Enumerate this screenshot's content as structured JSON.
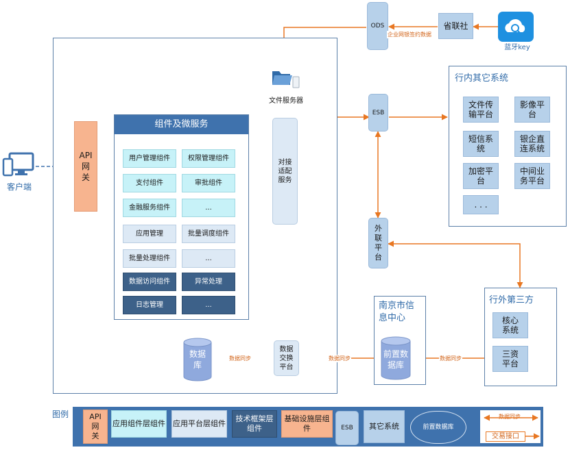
{
  "client": {
    "label": "客户端"
  },
  "api_gateway": {
    "label": "API网关"
  },
  "microservices": {
    "title": "组件及微服务",
    "components": [
      "用户管理组件",
      "权限管理组件",
      "支付组件",
      "审批组件",
      "金融服务组件",
      "...",
      "应用管理",
      "批量调度组件",
      "批量处理组件",
      "...",
      "数据访问组件",
      "异常处理",
      "日志管理",
      "..."
    ]
  },
  "file_server": {
    "label": "文件服务器"
  },
  "adapter": {
    "label": "对接适配服务"
  },
  "ods": {
    "label": "ODS",
    "edge_label": "企业网银签约数据"
  },
  "provincial": {
    "label": "省联社"
  },
  "bluetooth": {
    "label": "蓝牙key"
  },
  "esb": {
    "label": "ESB"
  },
  "internal_systems": {
    "title": "行内其它系统",
    "items": [
      "文件传输平台",
      "影像平台",
      "短信系统",
      "银企直连系统",
      "加密平台",
      "中间业务平台",
      ". . ."
    ]
  },
  "external_platform": {
    "label": "外联平台"
  },
  "third_party": {
    "title": "行外第三方",
    "items": [
      "核心系统",
      "三资平台"
    ]
  },
  "nanjing": {
    "title": "南京市信息中心",
    "db_label": "前置数据库"
  },
  "database": {
    "label": "数据库"
  },
  "exchange": {
    "label": "数据交换平台"
  },
  "sync_label": "数据同步",
  "legend": {
    "title": "图例",
    "items": [
      "API网关",
      "应用组件层组件",
      "应用平台层组件",
      "技术框架层组件",
      "基础设施层组件",
      "ESB",
      "其它系统",
      "前置数据库"
    ],
    "sync": "数据同步",
    "trade": "交易接口"
  },
  "colors": {
    "frame": "#5b7fa8",
    "arrow": "#e87722",
    "header": "#3f72ad"
  }
}
